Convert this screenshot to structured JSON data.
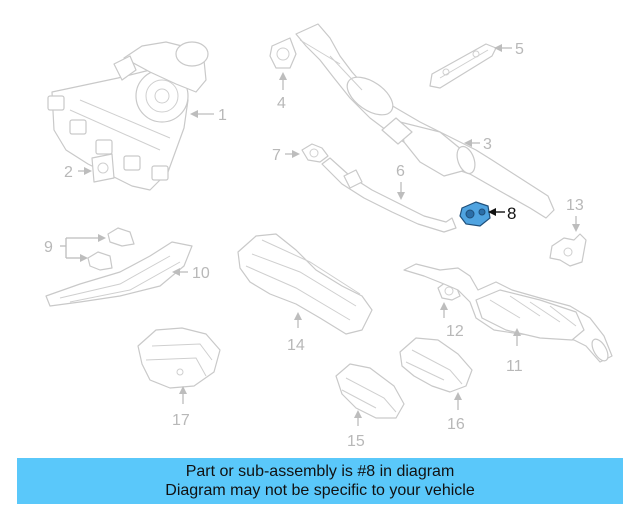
{
  "callouts": {
    "c1": "1",
    "c2": "2",
    "c3": "3",
    "c4": "4",
    "c5": "5",
    "c6": "6",
    "c7": "7",
    "c8": "8",
    "c9": "9",
    "c10": "10",
    "c11": "11",
    "c12": "12",
    "c13": "13",
    "c14": "14",
    "c15": "15",
    "c16": "16",
    "c17": "17"
  },
  "highlighted_part": "8",
  "colors": {
    "highlight": "#4fa3e0",
    "banner": "#5ac8fa",
    "part_outline": "#c9c9c9"
  },
  "banner": {
    "line1": "Part or sub-assembly is #8 in diagram",
    "line2": "Diagram may not be specific to your vehicle"
  }
}
